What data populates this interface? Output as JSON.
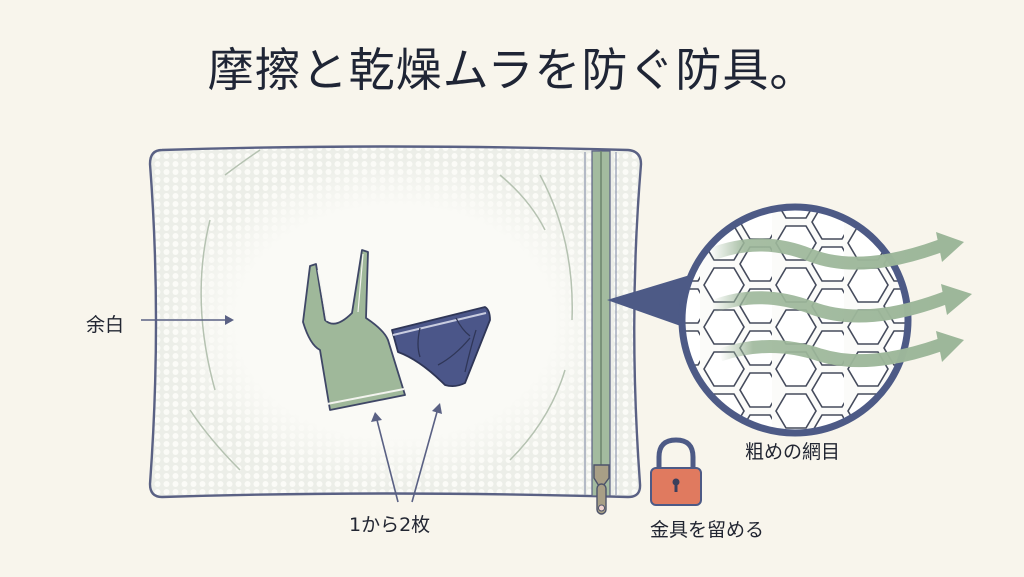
{
  "title": "摩擦と乾燥ムラを防ぐ防具。",
  "labels": {
    "margin": "余白",
    "count": "1から2枚",
    "mesh": "粗めの網目",
    "zipper": "金具を留める"
  },
  "icons": {
    "camisole": "camisole-icon",
    "briefs": "briefs-icon",
    "zipper": "zipper-icon",
    "padlock": "padlock-icon",
    "airflow": "airflow-arrow-icon",
    "mesh": "hexagon-mesh-icon"
  },
  "colors": {
    "background": "#f8f5ec",
    "outline": "#4d5a86",
    "sage": "#9db79a",
    "navy": "#4a5787",
    "lock": "#e07a5f",
    "text": "#1f2535"
  }
}
